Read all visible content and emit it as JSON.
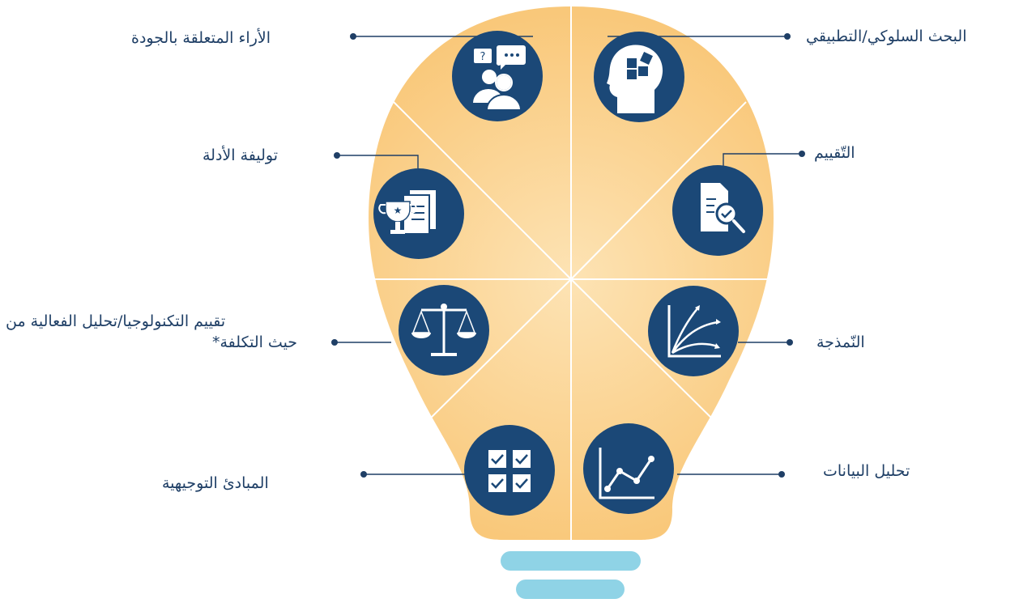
{
  "colors": {
    "bulb_outer": "#f9c87a",
    "bulb_inner": "#fde3b4",
    "icon_circle": "#1b4877",
    "line": "#1f3f66",
    "base": "#8fd3e6"
  },
  "items": [
    {
      "id": "behavioral",
      "label": "البحث السلوكي/التطبيقي",
      "icon": "head-puzzle-icon"
    },
    {
      "id": "evaluation",
      "label": "التّقييم",
      "icon": "document-magnifier-icon"
    },
    {
      "id": "modelling",
      "label": "النّمذجة",
      "icon": "curves-chart-icon"
    },
    {
      "id": "data",
      "label": "تحليل البيانات",
      "icon": "line-chart-icon"
    },
    {
      "id": "guidelines",
      "label": "المبادئ التوجيهية",
      "icon": "checklist-icon"
    },
    {
      "id": "hta",
      "label_line1": "تقييم التكنولوجيا/تحليل الفعالية من",
      "label_line2": "حيث التكلفة*",
      "icon": "scales-icon"
    },
    {
      "id": "synthesis",
      "label": "توليفة الأدلة",
      "icon": "trophy-documents-icon"
    },
    {
      "id": "opinions",
      "label": "الأراء المتعلقة بالجودة",
      "icon": "people-chat-icon"
    }
  ]
}
